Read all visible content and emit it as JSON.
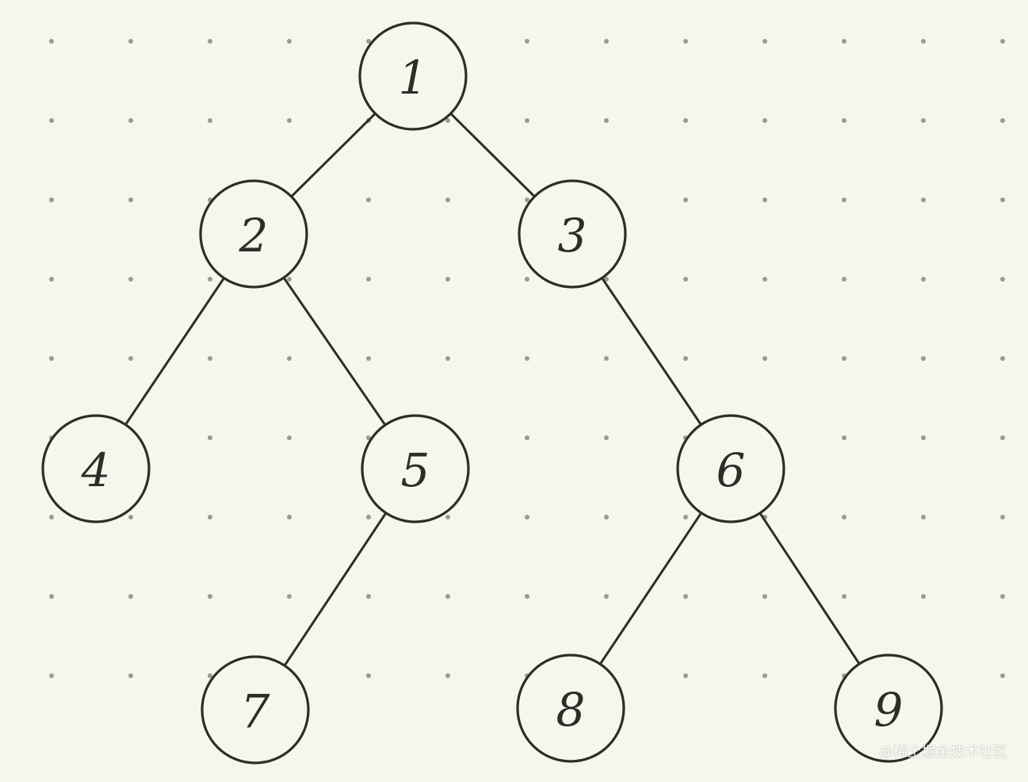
{
  "diagram": {
    "nodes": [
      {
        "id": "1",
        "label": "1"
      },
      {
        "id": "2",
        "label": "2"
      },
      {
        "id": "3",
        "label": "3"
      },
      {
        "id": "4",
        "label": "4"
      },
      {
        "id": "5",
        "label": "5"
      },
      {
        "id": "6",
        "label": "6"
      },
      {
        "id": "7",
        "label": "7"
      },
      {
        "id": "8",
        "label": "8"
      },
      {
        "id": "9",
        "label": "9"
      }
    ],
    "edges": [
      {
        "from": "1",
        "to": "2"
      },
      {
        "from": "1",
        "to": "3"
      },
      {
        "from": "2",
        "to": "4"
      },
      {
        "from": "2",
        "to": "5"
      },
      {
        "from": "3",
        "to": "6"
      },
      {
        "from": "5",
        "to": "7"
      },
      {
        "from": "6",
        "to": "8"
      },
      {
        "from": "6",
        "to": "9"
      }
    ]
  },
  "watermark": "@稀土掘金技术社区",
  "colors": {
    "background": "#f6f7ec",
    "ink": "#2e2d29",
    "grid_dot": "#9a9a92"
  }
}
